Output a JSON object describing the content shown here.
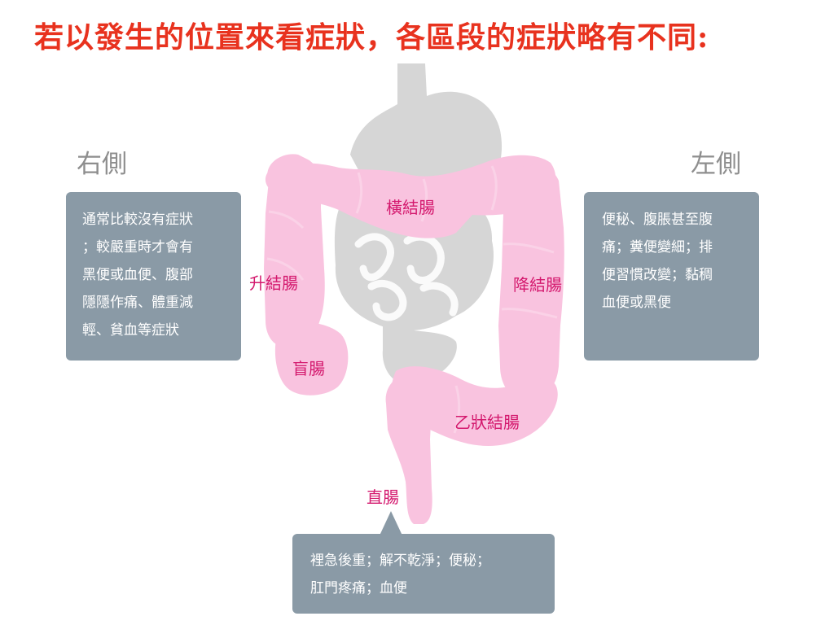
{
  "title": "若以發生的位置來看症狀，各區段的症狀略有不同:",
  "colors": {
    "title": "#e8321e",
    "colon": "#f9c3df",
    "organ_label": "#d4196e",
    "box": "#8a9aa6",
    "stomach": "#d6d6d6",
    "side_label": "#8e8e8e"
  },
  "side_labels": {
    "right": "右側",
    "left": "左側"
  },
  "right_box": {
    "lines": [
      "通常比較沒有症狀",
      "；較嚴重時才會有",
      "黑便或血便、腹部",
      "隱隱作痛、體重減",
      "輕、貧血等症狀"
    ]
  },
  "left_box": {
    "lines": [
      "便秘、腹脹甚至腹",
      "痛；糞便變細；排",
      "便習慣改變；黏稠",
      "血便或黑便"
    ]
  },
  "bottom_box": {
    "lines": [
      "裡急後重；解不乾淨；便秘；",
      "肛門疼痛；血便"
    ]
  },
  "organ_labels": {
    "transverse": "橫結腸",
    "ascending": "升結腸",
    "descending": "降結腸",
    "cecum": "盲腸",
    "sigmoid": "乙狀結腸",
    "rectum": "直腸"
  }
}
